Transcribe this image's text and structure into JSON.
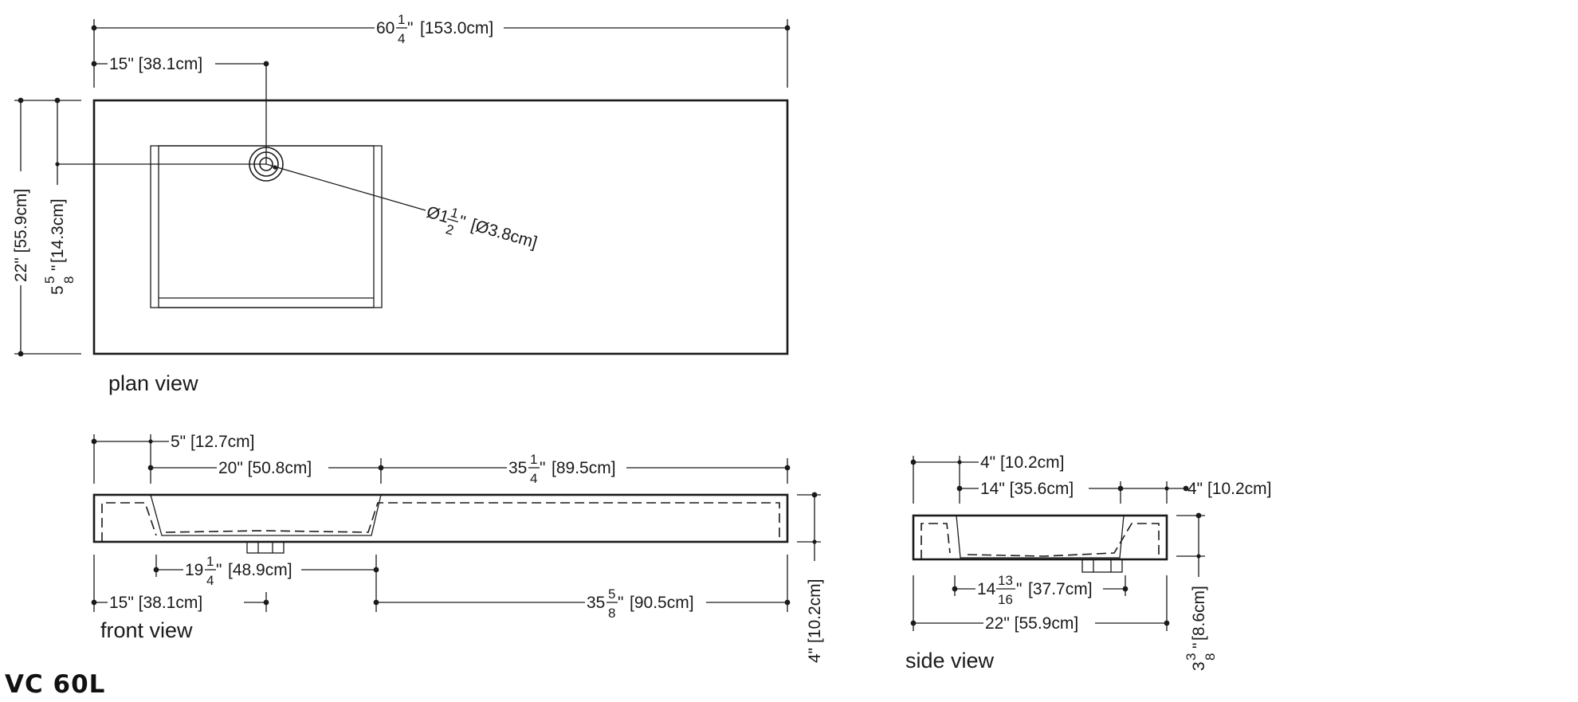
{
  "model": "VC 60L",
  "views": {
    "plan": "plan view",
    "front": "front view",
    "side": "side view"
  },
  "dimensions": {
    "overall_length": {
      "whole": "60",
      "num": "1",
      "den": "4",
      "unit": "\"",
      "metric": "[153.0cm]"
    },
    "drain_offset": {
      "text": "15\" [38.1cm]"
    },
    "depth": {
      "text": "22\" [55.9cm]"
    },
    "drain_depth": {
      "whole": "5",
      "num": "5",
      "den": "8",
      "unit": "\"",
      "metric": "[14.3cm]"
    },
    "drain_diameter": {
      "prefix": "Ø1",
      "num": "1",
      "den": "2",
      "unit": "\"",
      "metric": "[Ø3.8cm]"
    },
    "front_basin_offset": {
      "text": "5\" [12.7cm]"
    },
    "front_basin_width": {
      "text": "20\" [50.8cm]"
    },
    "front_deck_width": {
      "whole": "35",
      "num": "1",
      "den": "4",
      "unit": "\"",
      "metric": "[89.5cm]"
    },
    "front_basin_inner": {
      "whole": "19",
      "num": "1",
      "den": "4",
      "unit": "\"",
      "metric": "[48.9cm]"
    },
    "front_drain_offset": {
      "text": "15\" [38.1cm]"
    },
    "front_right": {
      "whole": "35",
      "num": "5",
      "den": "8",
      "unit": "\"",
      "metric": "[90.5cm]"
    },
    "front_height": {
      "text": "4\" [10.2cm]"
    },
    "side_left_wall": {
      "text": "4\" [10.2cm]"
    },
    "side_basin": {
      "text": "14\" [35.6cm]"
    },
    "side_right_wall": {
      "text": "4\" [10.2cm]"
    },
    "side_inner": {
      "whole": "14",
      "num": "13",
      "den": "16",
      "unit": "\"",
      "metric": "[37.7cm]"
    },
    "side_depth": {
      "text": "22\" [55.9cm]"
    },
    "side_height": {
      "whole": "3",
      "num": "3",
      "den": "8",
      "unit": "\"",
      "metric": "[8.6cm]"
    }
  }
}
